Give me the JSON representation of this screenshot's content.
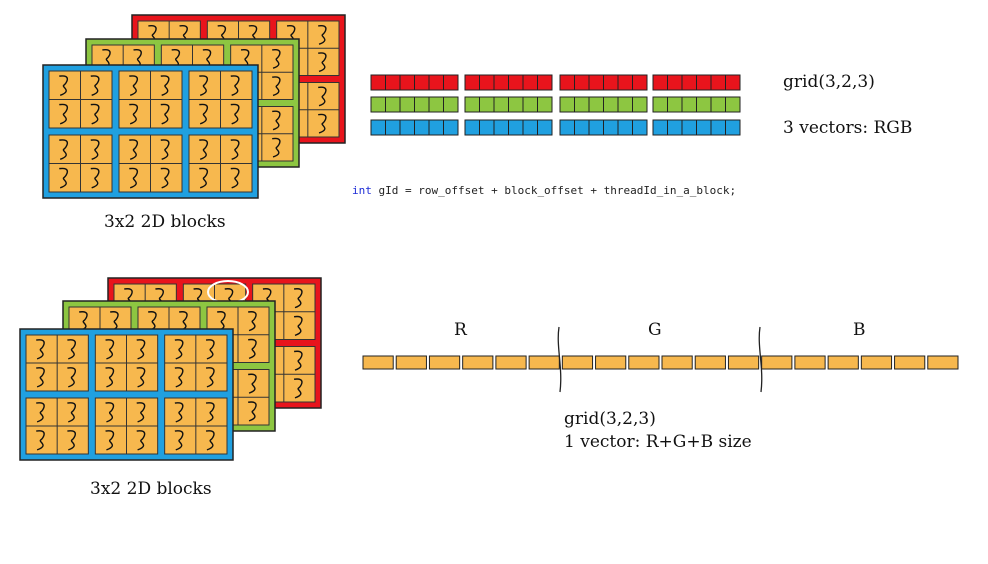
{
  "colors": {
    "red": "#e8141c",
    "green": "#8dc641",
    "blue": "#20a0e0",
    "cell": "#f7b84e",
    "keyword": "#1d2cd6"
  },
  "top": {
    "blocks_label": "3x2 2D blocks",
    "grid_label": "grid(3,2,3)",
    "vectors_label": "3 vectors: RGB",
    "code_keyword": "int",
    "code_rest": " gId = row_offset + block_offset + threadId_in_a_block;"
  },
  "bottom": {
    "blocks_label": "3x2 2D blocks",
    "segment_r": "R",
    "segment_g": "G",
    "segment_b": "B",
    "grid_label": "grid(3,2,3)",
    "vector_label": "1 vector: R+G+B size"
  },
  "icons": {
    "thread": "thread-squiggle-icon",
    "highlight": "highlight-circle-icon"
  }
}
